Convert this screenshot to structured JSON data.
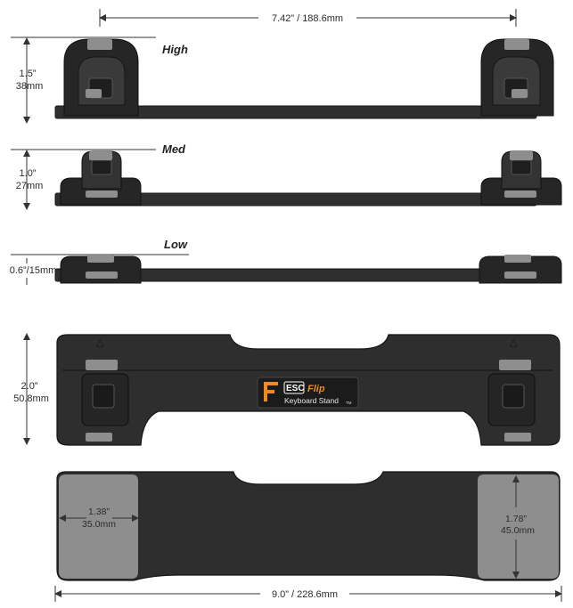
{
  "dimensions": {
    "top_width": "7.42” / 188.6mm",
    "high_height_in": "1.5”",
    "high_height_mm": "38mm",
    "med_height_in": "1.0”",
    "med_height_mm": "27mm",
    "low_height": "0.6”/15mm",
    "depth_in": "2.0”",
    "depth_mm": "50.8mm",
    "pad_left_in": "1.38”",
    "pad_left_mm": "35.0mm",
    "pad_right_in": "1.78”",
    "pad_right_mm": "45.0mm",
    "total_width": "9.0” / 228.6mm"
  },
  "levels": {
    "high": "High",
    "med": "Med",
    "low": "Low"
  },
  "logo": {
    "esc": "ESC",
    "flip": "Flip",
    "subtitle": "Keyboard Stand",
    "tm": "TM"
  },
  "colors": {
    "body": "#2f2f2f",
    "body_edge": "#1a1a1a",
    "pad_gray": "#8e8e8e",
    "accent": "#f08a1c"
  }
}
